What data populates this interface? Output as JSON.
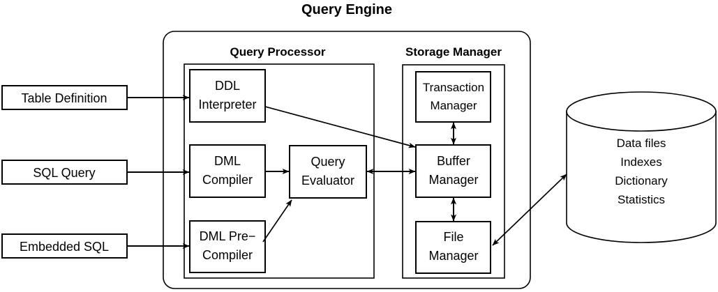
{
  "diagram": {
    "title": "Query Engine",
    "groups": [
      {
        "id": "query-processor",
        "label": "Query Processor"
      },
      {
        "id": "storage-manager",
        "label": "Storage Manager"
      }
    ],
    "inputs": [
      {
        "id": "table-definition",
        "label": "Table Definition"
      },
      {
        "id": "sql-query",
        "label": "SQL Query"
      },
      {
        "id": "embedded-sql",
        "label": "Embedded SQL"
      }
    ],
    "processor_nodes": [
      {
        "id": "ddl-interpreter",
        "line1": "DDL",
        "line2": "Interpreter"
      },
      {
        "id": "dml-compiler",
        "line1": "DML",
        "line2": "Compiler"
      },
      {
        "id": "query-evaluator",
        "line1": "Query",
        "line2": "Evaluator"
      },
      {
        "id": "dml-pre-compiler",
        "line1": "DML Pre−",
        "line2": "Compiler"
      }
    ],
    "storage_nodes": [
      {
        "id": "transaction-manager",
        "line1": "Transaction",
        "line2": "Manager"
      },
      {
        "id": "buffer-manager",
        "line1": "Buffer",
        "line2": "Manager"
      },
      {
        "id": "file-manager",
        "line1": "File",
        "line2": "Manager"
      }
    ],
    "datastore": {
      "id": "database-cylinder",
      "lines": [
        "Data files",
        "Indexes",
        "Dictionary",
        "Statistics"
      ]
    },
    "colors": {
      "stroke": "#000000",
      "fill": "#ffffff",
      "background": "#ffffff"
    }
  }
}
